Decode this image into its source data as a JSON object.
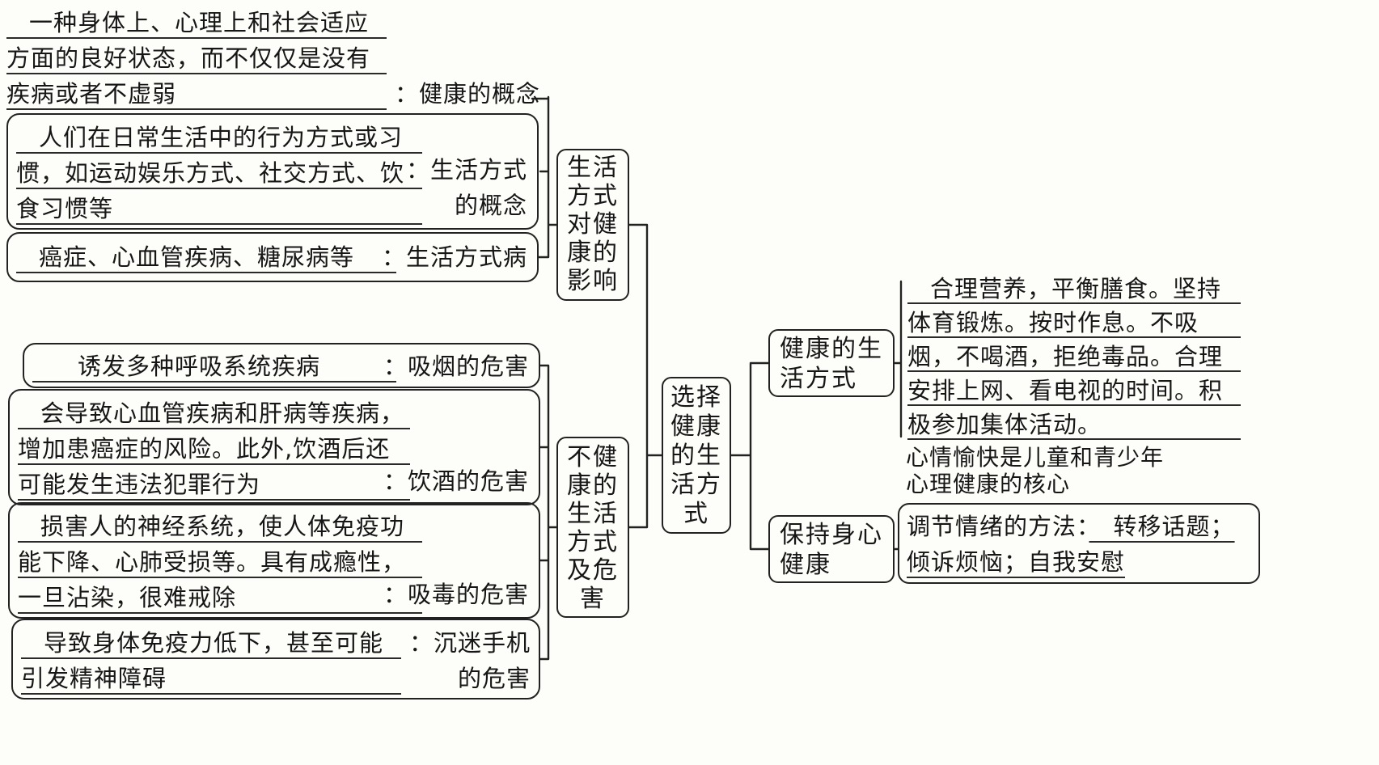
{
  "center": {
    "label": "选择健康的生活方式"
  },
  "branch_lifestyle_impact": {
    "label": "生活方式对健康的影响",
    "leaves": [
      {
        "definition": "一种身体上、心理上和社会适应方面的良好状态，而不仅仅是没有疾病或者不虚弱",
        "term": "：健康的概念"
      },
      {
        "definition": "人们在日常生活中的行为方式或习惯，如运动娱乐方式、社交方式、饮食习惯等",
        "term": "：生活方式的概念"
      },
      {
        "definition": "癌症、心血管疾病、糖尿病等",
        "term": "：生活方式病"
      }
    ]
  },
  "branch_unhealthy": {
    "label": "不健康的生活方式及危害",
    "leaves": [
      {
        "definition": "诱发多种呼吸系统疾病",
        "term": "：吸烟的危害"
      },
      {
        "definition": "会导致心血管疾病和肝病等疾病，增加患癌症的风险。此外,饮酒后还可能发生违法犯罪行为",
        "term": "：饮酒的危害"
      },
      {
        "definition": "损害人的神经系统，使人体免疫功能下降、心肺受损等。具有成瘾性，一旦沾染，很难戒除",
        "term": "：吸毒的危害"
      },
      {
        "definition": "导致身体免疫力低下，甚至可能引发精神障碍",
        "term": "：沉迷手机的危害"
      }
    ]
  },
  "branch_healthy": {
    "label": "健康的生活方式",
    "content": "合理营养，平衡膳食。坚持体育锻炼。按时作息。不吸烟，不喝酒，拒绝毒品。合理安排上网、看电视的时间。积极参加集体活动。"
  },
  "branch_mental": {
    "label": "保持身心健康",
    "note": "心情愉快是儿童和青少年心理健康的核心",
    "method_prefix": "调节情绪的方法：",
    "method_answer": "　转移话题；倾诉烦恼；自我安慰"
  }
}
